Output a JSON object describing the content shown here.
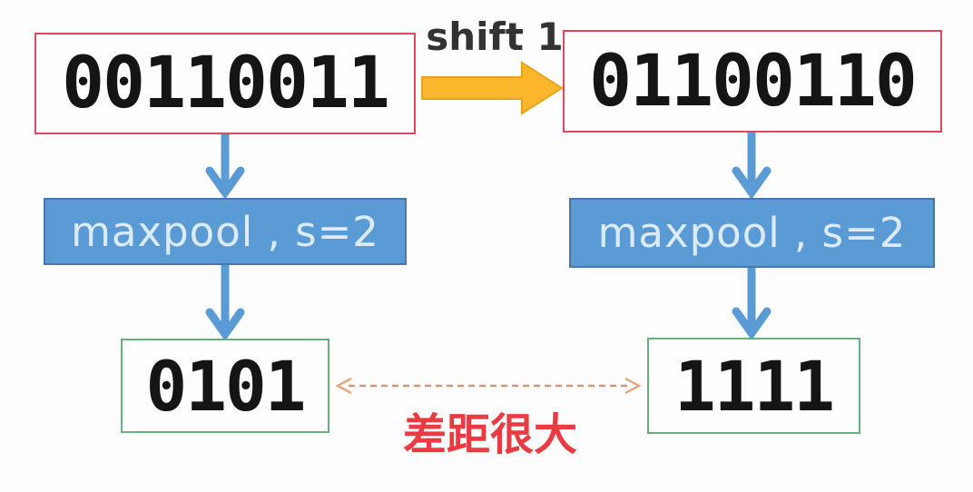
{
  "nodes": {
    "input_left": {
      "value": "00110011"
    },
    "input_right": {
      "value": "01100110"
    },
    "pool_left": {
      "label": "maxpool , s=2"
    },
    "pool_right": {
      "label": "maxpool , s=2"
    },
    "output_left": {
      "value": "0101"
    },
    "output_right": {
      "value": "1111"
    }
  },
  "labels": {
    "shift": "shift 1",
    "gap": "差距很大"
  },
  "colors": {
    "input_box_border": "#e0475f",
    "output_box_border": "#64b17e",
    "pool_box_fill": "#5b9bd5",
    "pool_box_border": "#4678ae",
    "pool_text": "#dcebfb",
    "flow_arrow_blue": "#5b9bd5",
    "shift_arrow_yellow": "#fbb62b",
    "shift_arrow_outline": "#eaa41c",
    "dashed_arrow_tan": "#c79a82",
    "dashed_arrowhead_salmon": "#e8a87c",
    "gap_text_red": "#ea3a42",
    "digit_text": "#151515",
    "shift_label_text": "#333333"
  }
}
